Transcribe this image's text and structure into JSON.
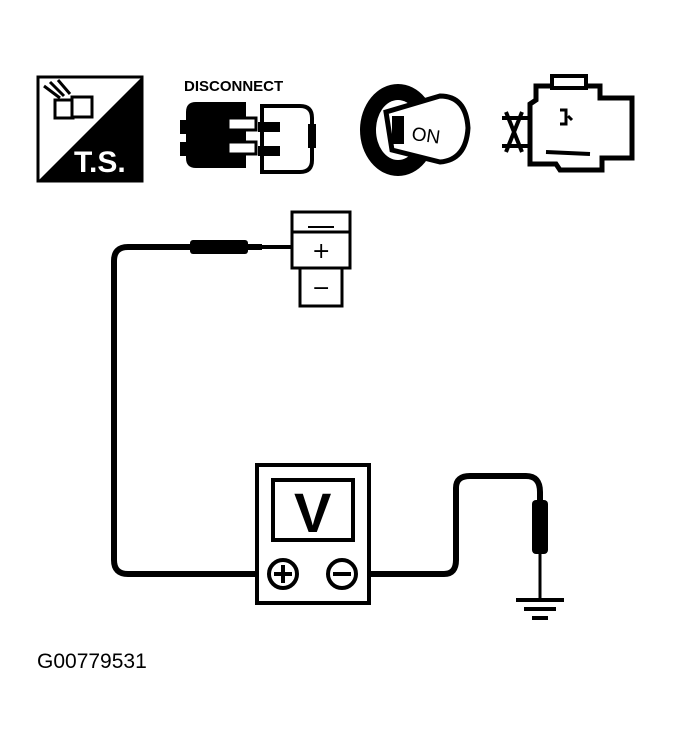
{
  "icons": {
    "ts_label": "T.S.",
    "disconnect_label": "DISCONNECT",
    "ignition_label": "ON"
  },
  "connector": {
    "plus_label": "+",
    "minus_label": "−"
  },
  "meter": {
    "unit_label": "V"
  },
  "figure_id": "G00779531",
  "colors": {
    "ink": "#000000",
    "paper": "#ffffff"
  }
}
